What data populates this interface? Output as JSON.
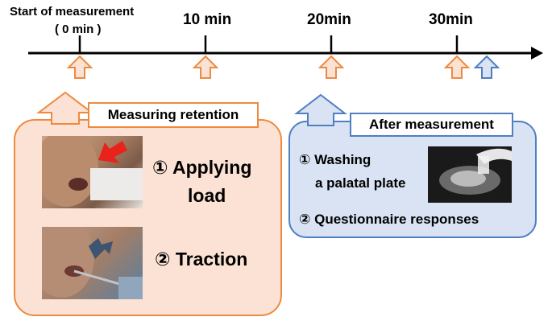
{
  "timeline": {
    "start_title": "Start of measurement",
    "start_sub": "( 0 min )",
    "labels": [
      "10 min",
      "20min",
      "30min"
    ]
  },
  "left_panel": {
    "tag": "Measuring retention",
    "item1_line1": "① Applying",
    "item1_line2": "load",
    "item2": "② Traction"
  },
  "right_panel": {
    "tag": "After measurement",
    "item1_line1": "① Washing",
    "item1_line2": "a palatal plate",
    "item2": "② Questionnaire responses"
  },
  "colors": {
    "orange": "#ee8a40",
    "orange_fill": "#fbe2d4",
    "blue": "#4f7ec2",
    "blue_fill": "#dae3f3",
    "red_arrow": "#e8231c",
    "navy_arrow": "#3d5472"
  },
  "icons": {
    "timeline_arrow": "arrow-right-icon",
    "marker": "up-arrow-icon",
    "photo_arrow_1": "red-diagonal-arrow-icon",
    "photo_arrow_2": "navy-diagonal-arrow-icon"
  }
}
